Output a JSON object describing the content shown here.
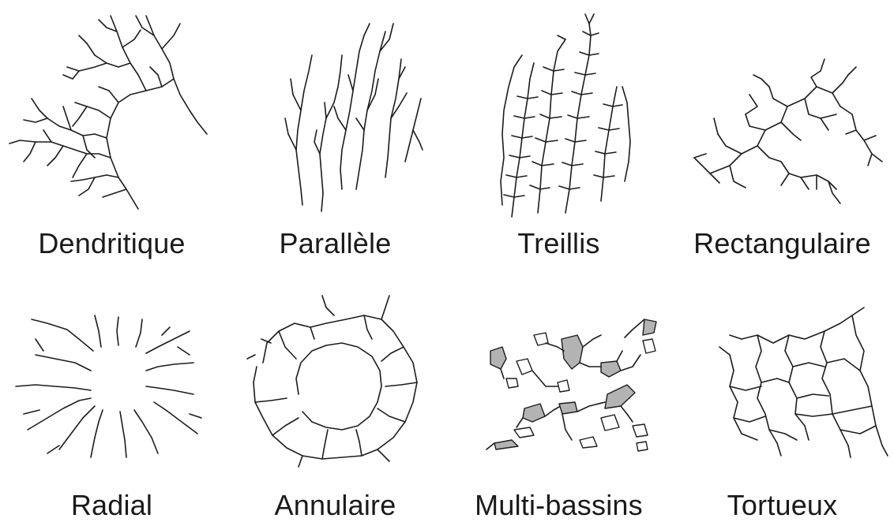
{
  "patterns": [
    {
      "label": "Dendritique"
    },
    {
      "label": "Parallèle"
    },
    {
      "label": "Treillis"
    },
    {
      "label": "Rectangulaire"
    },
    {
      "label": "Radial"
    },
    {
      "label": "Annulaire"
    },
    {
      "label": "Multi-bassins"
    },
    {
      "label": "Tortueux"
    }
  ],
  "colors": {
    "line": "#1c1c1c",
    "basin_fill": "#b3b3b3",
    "background": "#ffffff"
  }
}
